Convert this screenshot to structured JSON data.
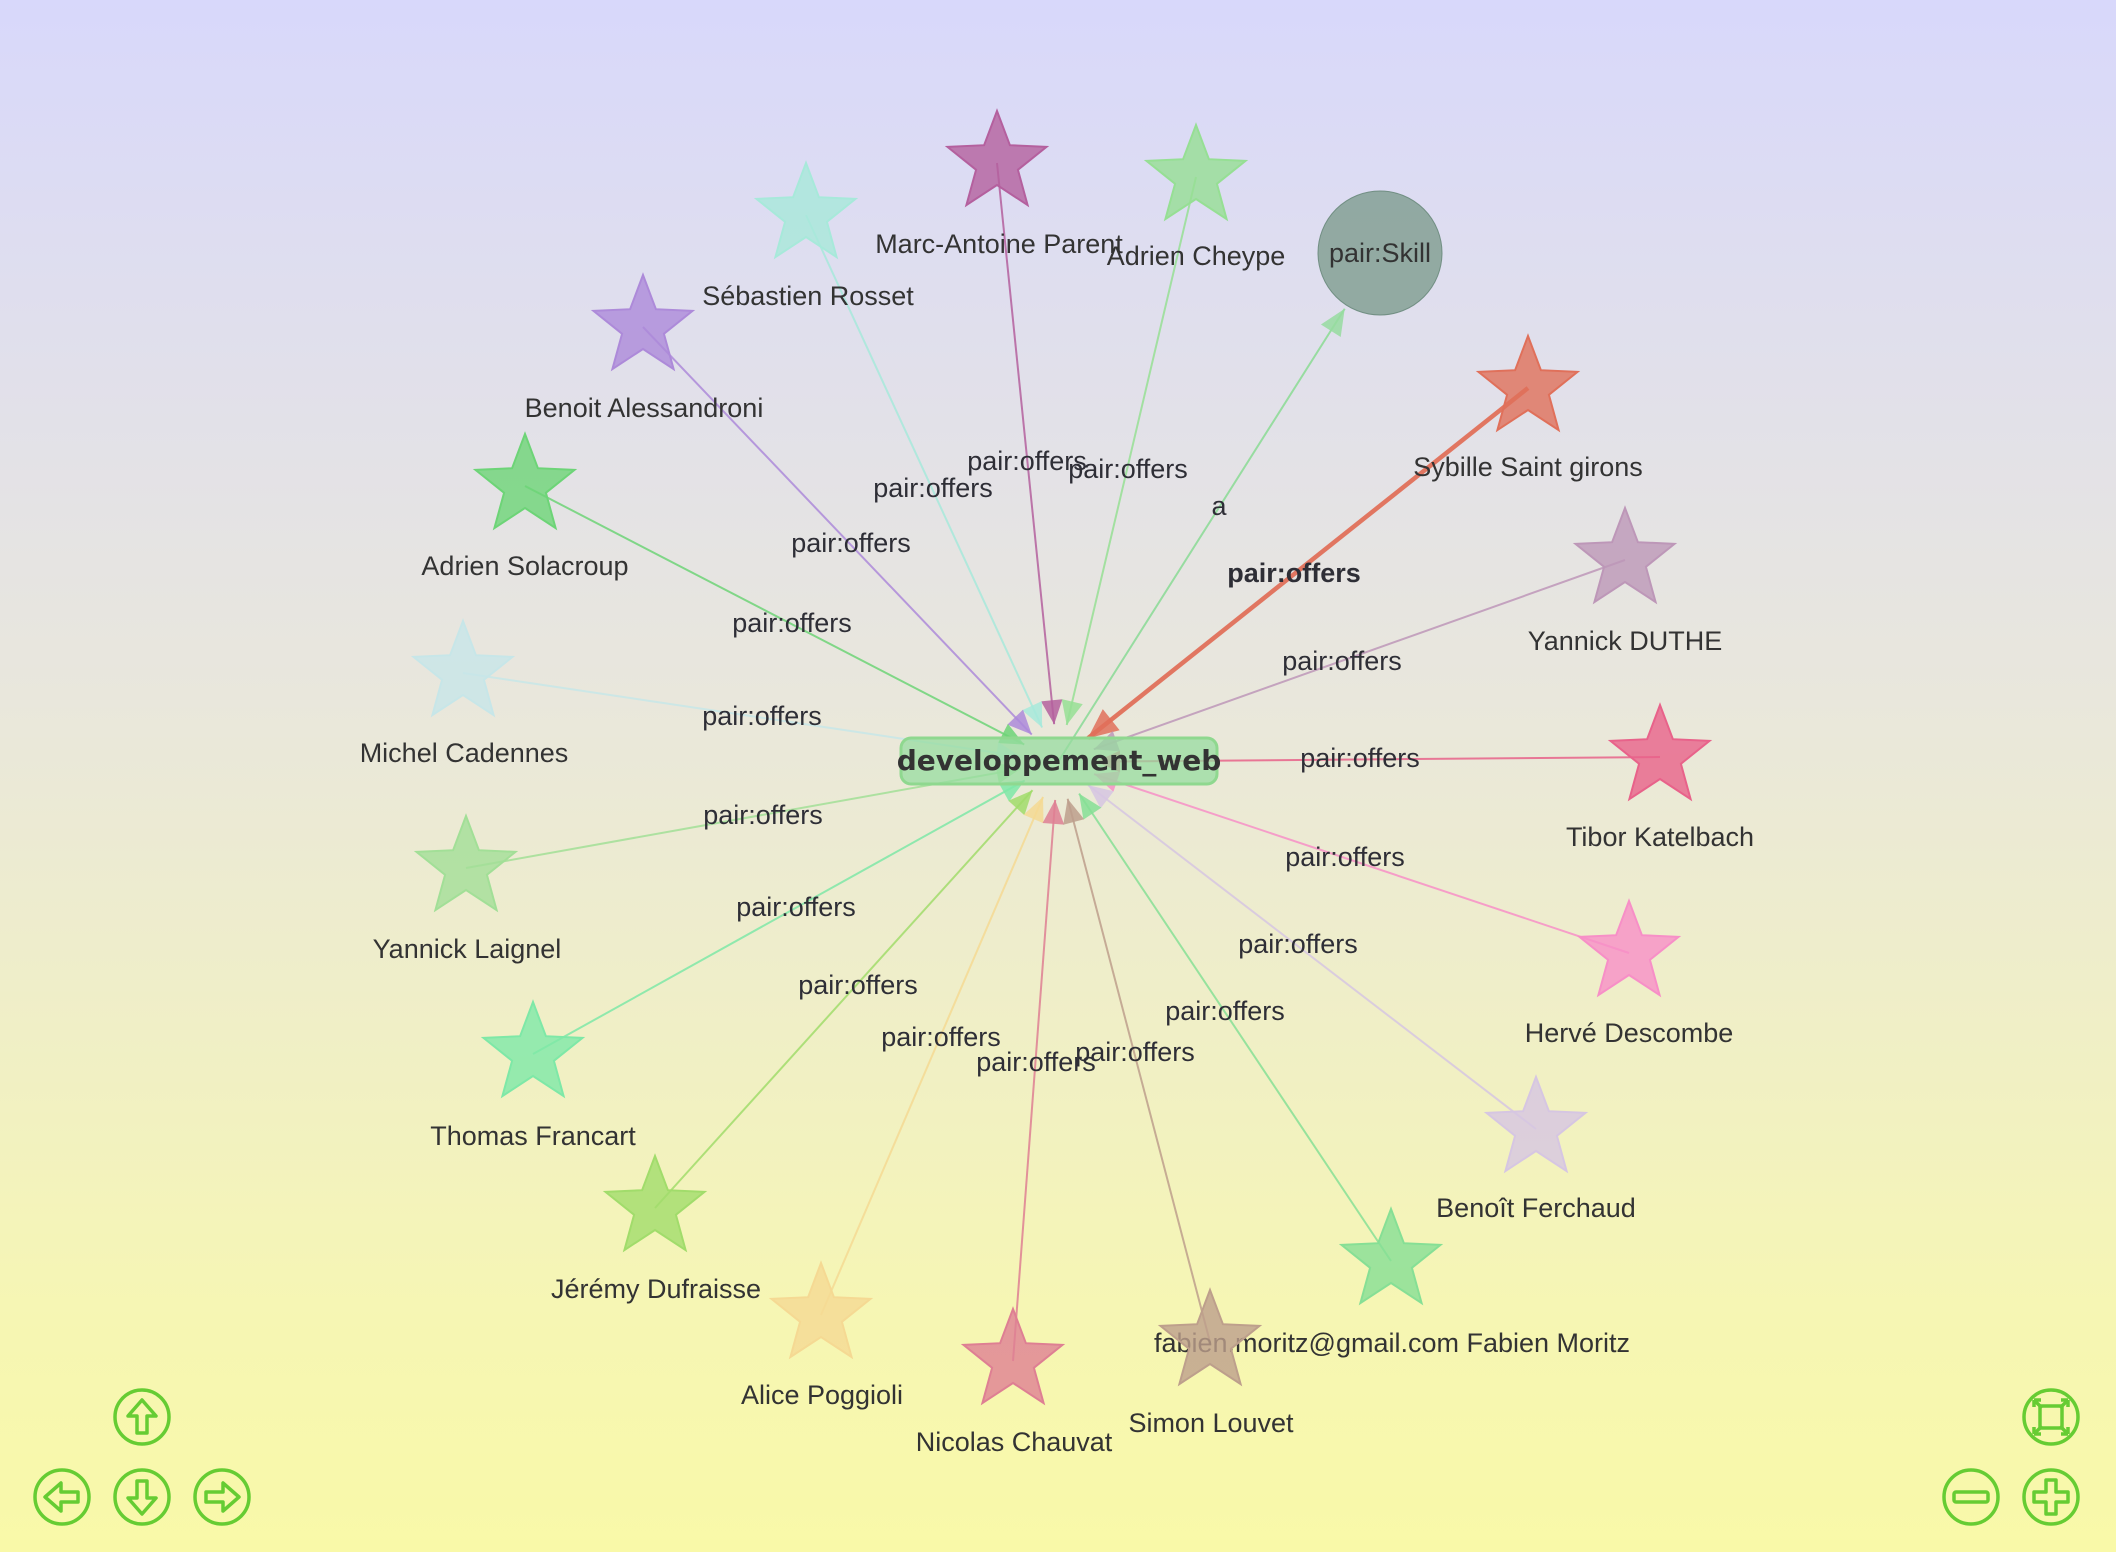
{
  "graph": {
    "center": {
      "label": "developpement_web",
      "color": "#97dca0"
    },
    "skill_node": {
      "label": "pair:Skill",
      "color": "#7e9c8f"
    },
    "type_edge_label": "a",
    "people": [
      {
        "name": "Marc-Antoine Parent",
        "color": "#b4609e",
        "edge_label": "pair:offers"
      },
      {
        "name": "Adrien Cheype",
        "color": "#96df94",
        "edge_label": "pair:offers"
      },
      {
        "name": "Sébastien Rosset",
        "color": "#a7e9da",
        "edge_label": "pair:offers"
      },
      {
        "name": "Benoit Alessandroni",
        "color": "#ad8ad9",
        "edge_label": "pair:offers"
      },
      {
        "name": "Sybille Saint girons",
        "color": "#e0705a",
        "edge_label": "pair:offers",
        "highlighted": true
      },
      {
        "name": "Adrien Solacroup",
        "color": "#6dd477",
        "edge_label": "pair:offers"
      },
      {
        "name": "Yannick DUTHE",
        "color": "#bd97b8",
        "edge_label": "pair:offers"
      },
      {
        "name": "Michel Cadennes",
        "color": "#c7e6e8",
        "edge_label": "pair:offers"
      },
      {
        "name": "Tibor Katelbach",
        "color": "#e8628a",
        "edge_label": "pair:offers"
      },
      {
        "name": "Yannick Laignel",
        "color": "#a2df97",
        "edge_label": "pair:offers"
      },
      {
        "name": "Hervé Descombe",
        "color": "#f78fc7",
        "edge_label": "pair:offers"
      },
      {
        "name": "Thomas Francart",
        "color": "#7ee8a7",
        "edge_label": "pair:offers"
      },
      {
        "name": "Benoît Ferchaud",
        "color": "#d6c6e2",
        "edge_label": "pair:offers"
      },
      {
        "name": "Jérémy Dufraisse",
        "color": "#a1dc6b",
        "edge_label": "pair:offers"
      },
      {
        "name": "fabien.moritz@gmail.com Fabien Moritz",
        "color": "#86df95",
        "edge_label": "pair:offers"
      },
      {
        "name": "Alice Poggioli",
        "color": "#f5d993",
        "edge_label": "pair:offers"
      },
      {
        "name": "Nicolas Chauvat",
        "color": "#de7f93",
        "edge_label": "pair:offers"
      },
      {
        "name": "Simon Louvet",
        "color": "#bd9f8c",
        "edge_label": "pair:offers"
      }
    ]
  },
  "controls": {
    "pan_up": "arrow-up-icon",
    "pan_left": "arrow-left-icon",
    "pan_down": "arrow-down-icon",
    "pan_right": "arrow-right-icon",
    "fit": "fit-screen-icon",
    "zoom_out": "zoom-out-icon",
    "zoom_in": "zoom-in-icon",
    "accent_color": "#66cc33"
  }
}
